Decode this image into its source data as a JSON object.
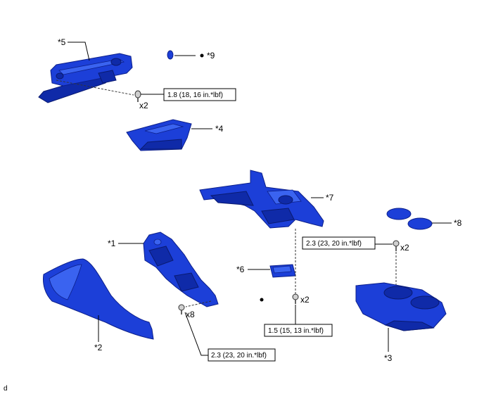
{
  "callouts": {
    "p1": "*1",
    "p2": "*2",
    "p3": "*3",
    "p4": "*4",
    "p5": "*5",
    "p6": "*6",
    "p7": "*7",
    "p8": "*8",
    "p9": "*9"
  },
  "torque": {
    "t1": "1.8 (18, 16 in.*lbf)",
    "t2": "2.3 (23, 20 in.*lbf)",
    "t3": "1.5 (15, 13 in.*lbf)",
    "t4": "2.3 (23, 20 in.*lbf)"
  },
  "quantities": {
    "q1": "x2",
    "q2": "x2",
    "q3": "x2",
    "q4": "x8"
  },
  "corner_code": "d",
  "colors": {
    "part": "#1c3fd8",
    "outline": "#0c1f8a"
  }
}
